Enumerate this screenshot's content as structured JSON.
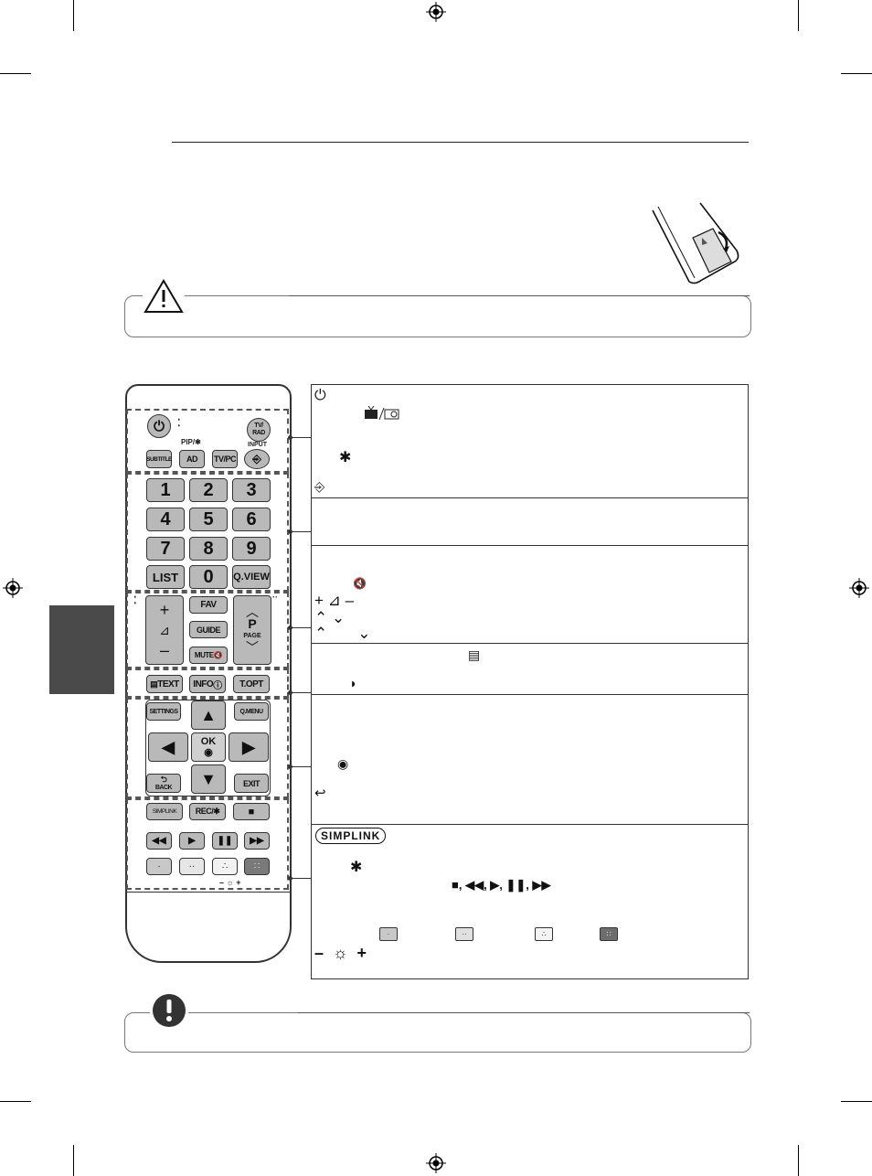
{
  "remote": {
    "power_symbol": "⏻",
    "tvrad_label": "TV/\nRAD",
    "pip_label": "PIP/✱",
    "input_label": "INPUT",
    "subtitle_label": "SUBTITLE",
    "ad_label": "AD",
    "tvpc_label": "TV/PC",
    "numbers": [
      "1",
      "2",
      "3",
      "4",
      "5",
      "6",
      "7",
      "8",
      "9",
      "LIST",
      "0",
      "Q.VIEW"
    ],
    "fav_label": "FAV",
    "guide_label": "GUIDE",
    "mute_label": "MUTE",
    "p_label": "P",
    "page_label": "PAGE",
    "text_label": "TEXT",
    "info_label": "INFO",
    "topt_label": "T.OPT",
    "settings_label": "SETTINGS",
    "qmenu_label": "Q.MENU",
    "ok_label": "OK",
    "back_label": "BACK",
    "exit_label": "EXIT",
    "simplink_label": "SIMPLINK",
    "rec_label": "REC/✱",
    "color_keys": [
      "·",
      "··",
      "∴",
      "∷"
    ],
    "bright_label": "– ☼ +"
  },
  "panel": {
    "power_glyph": "⏻",
    "asterisk_glyph": "✱",
    "mute_glyph": "🔇",
    "vol_glyph": "+ ⊿ –",
    "chev_row1": "⌃  ⌄",
    "chev_row2": "⌃       ⌄",
    "ok_glyph": "◉",
    "back_glyph": "↩",
    "simplink_logo": "SIMPLINK",
    "playback_glyphs": "■, ◀◀, ▶, ❚❚, ▶▶",
    "color_chips": [
      "·",
      "··",
      "∴",
      "∷"
    ],
    "bright_glyph": "–  ☼  +"
  },
  "colors": {
    "tab": "#4a4a4a",
    "button": "#b9b9b9"
  }
}
